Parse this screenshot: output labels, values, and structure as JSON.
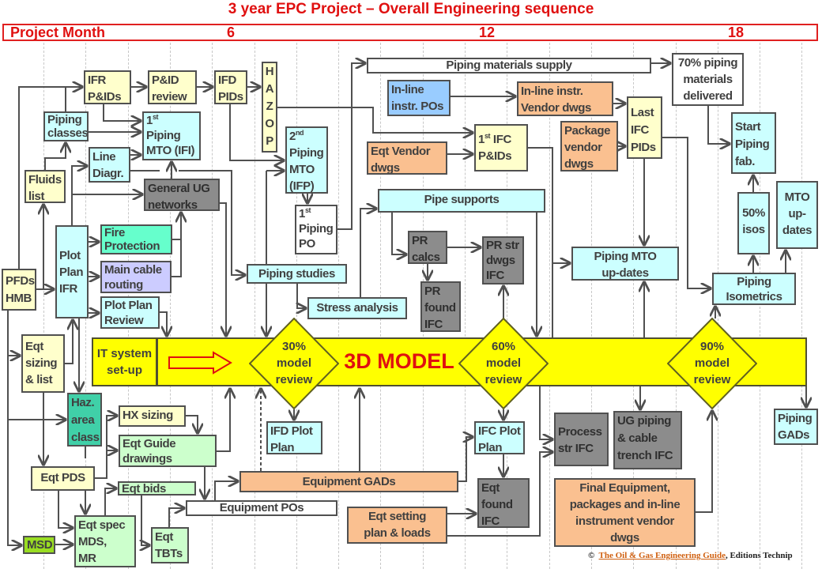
{
  "title": "3 year EPC Project – Overall Engineering sequence",
  "header": {
    "label": "Project Month",
    "m6": "6",
    "m12": "12",
    "m18": "18"
  },
  "colors": {
    "accent": "#e01010",
    "band": "#ffff00",
    "yellow": "#ffffcc",
    "cyan": "#ccffff",
    "gray": "#8c8c8c",
    "orange": "#fac090",
    "green": "#ccffcc"
  },
  "nodes": {
    "ifr_pids": "IFR\nP&IDs",
    "pid_review": "P&ID\nreview",
    "ifd_pids": "IFD\nPIDs",
    "hazop": "H\nA\nZ\nO\nP",
    "piping_classes": "Piping\nclasses",
    "mto_ifi": {
      "num": "1",
      "sup": "st",
      "text": "Piping\nMTO (IFI)"
    },
    "line_diagr": "Line\nDiagr.",
    "fluids_list": "Fluids\nlist",
    "ug_networks": "General UG\nnetworks",
    "mto_ifp": {
      "num": "2",
      "sup": "nd",
      "text": "Piping\nMTO\n(IFP)"
    },
    "piping_po": {
      "num": "1",
      "sup": "st",
      "text": "Piping\nPO"
    },
    "plot_plan_ifr": "Plot\nPlan\nIFR",
    "fire_protection": "Fire\nProtection",
    "main_cable": "Main cable\nrouting",
    "plot_plan_review": "Plot Plan\nReview",
    "pfds_hmb": "PFDs\nHMB",
    "piping_studies": "Piping studies",
    "stress_analysis": "Stress analysis",
    "piping_materials_supply": "Piping materials supply",
    "piping_70": "70% piping\nmaterials\ndelivered",
    "inline_pos": "In-line\ninstr. POs",
    "inline_vendor": "In-line instr.\nVendor dwgs",
    "ifc_pids_first": {
      "num": "1",
      "sup": "st",
      "text": " IFC\nP&IDs"
    },
    "eqt_vendor": "Eqt Vendor\ndwgs",
    "package_vendor": "Package\nvendor\ndwgs",
    "last_ifc": "Last\nIFC\nPIDs",
    "start_fab": "Start\nPiping\nfab.",
    "pipe_supports": "Pipe supports",
    "pr_calcs": "PR\ncalcs",
    "pr_str": "PR  str\ndwgs\nIFC",
    "pr_found": "PR\nfound\nIFC",
    "mto_updates_main": "Piping MTO\nup-dates",
    "isos_50": "50%\nisos",
    "mto_updates_side": "MTO\nup-\ndates",
    "isometrics": "Piping\nIsometrics",
    "eqt_sizing": "Eqt\nsizing\n& list",
    "haz_area": "Haz.\narea\nclass",
    "hx_sizing": "HX sizing",
    "eqt_guide": "Eqt Guide\ndrawings",
    "eqt_pds": "Eqt PDS",
    "eqt_bids": "Eqt bids",
    "eqt_spec": "Eqt spec\nMDS,\nMR",
    "msd": "MSD",
    "eqt_tbts": "Eqt\nTBTs",
    "equipment_pos": "Equipment POs",
    "equipment_gads": "Equipment GADs",
    "ifd_plot_plan": "IFD Plot\nPlan",
    "ifc_plot_plan": "IFC Plot\nPlan",
    "eqt_found": "Eqt\nfound\nIFC",
    "eqt_setting": "Eqt setting\nplan & loads",
    "process_str": "Process\nstr IFC",
    "ug_piping": "UG piping\n& cable\ntrench IFC",
    "final_equipment": "Final Equipment,\npackages and in-line\ninstrument vendor\ndwgs",
    "piping_gads": "Piping\nGADs"
  },
  "band": {
    "it_setup": "IT system\nset-up",
    "model": "3D MODEL",
    "review30": "30%\nmodel\nreview",
    "review60": "60%\nmodel\nreview",
    "review90": "90%\nmodel\nreview"
  },
  "footer": {
    "copyright": "©",
    "link": "The Oil & Gas Engineering Guide",
    "publisher": ", Editions Technip"
  }
}
